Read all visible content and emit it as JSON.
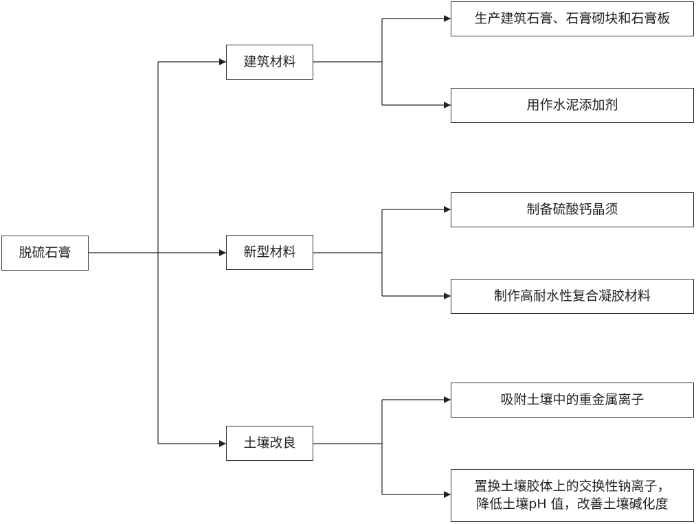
{
  "diagram": {
    "root": {
      "label": "脱硫石膏"
    },
    "branches": [
      {
        "label": "建筑材料",
        "leaves": [
          {
            "lines": [
              "生产建筑石膏、石膏砌块和石膏板"
            ]
          },
          {
            "lines": [
              "用作水泥添加剂"
            ]
          }
        ]
      },
      {
        "label": "新型材料",
        "leaves": [
          {
            "lines": [
              "制备硫酸钙晶须"
            ]
          },
          {
            "lines": [
              "制作高耐水性复合凝胶材料"
            ]
          }
        ]
      },
      {
        "label": "土壤改良",
        "leaves": [
          {
            "lines": [
              "吸附土壤中的重金属离子"
            ]
          },
          {
            "lines": [
              "置换土壤胶体上的交换性钠离子，",
              "降低土壤pH 值，改善土壤碱化度"
            ]
          }
        ]
      }
    ],
    "colors": {
      "line": "#222222",
      "border": "#333333",
      "text": "#222222",
      "background": "#ffffff"
    }
  }
}
